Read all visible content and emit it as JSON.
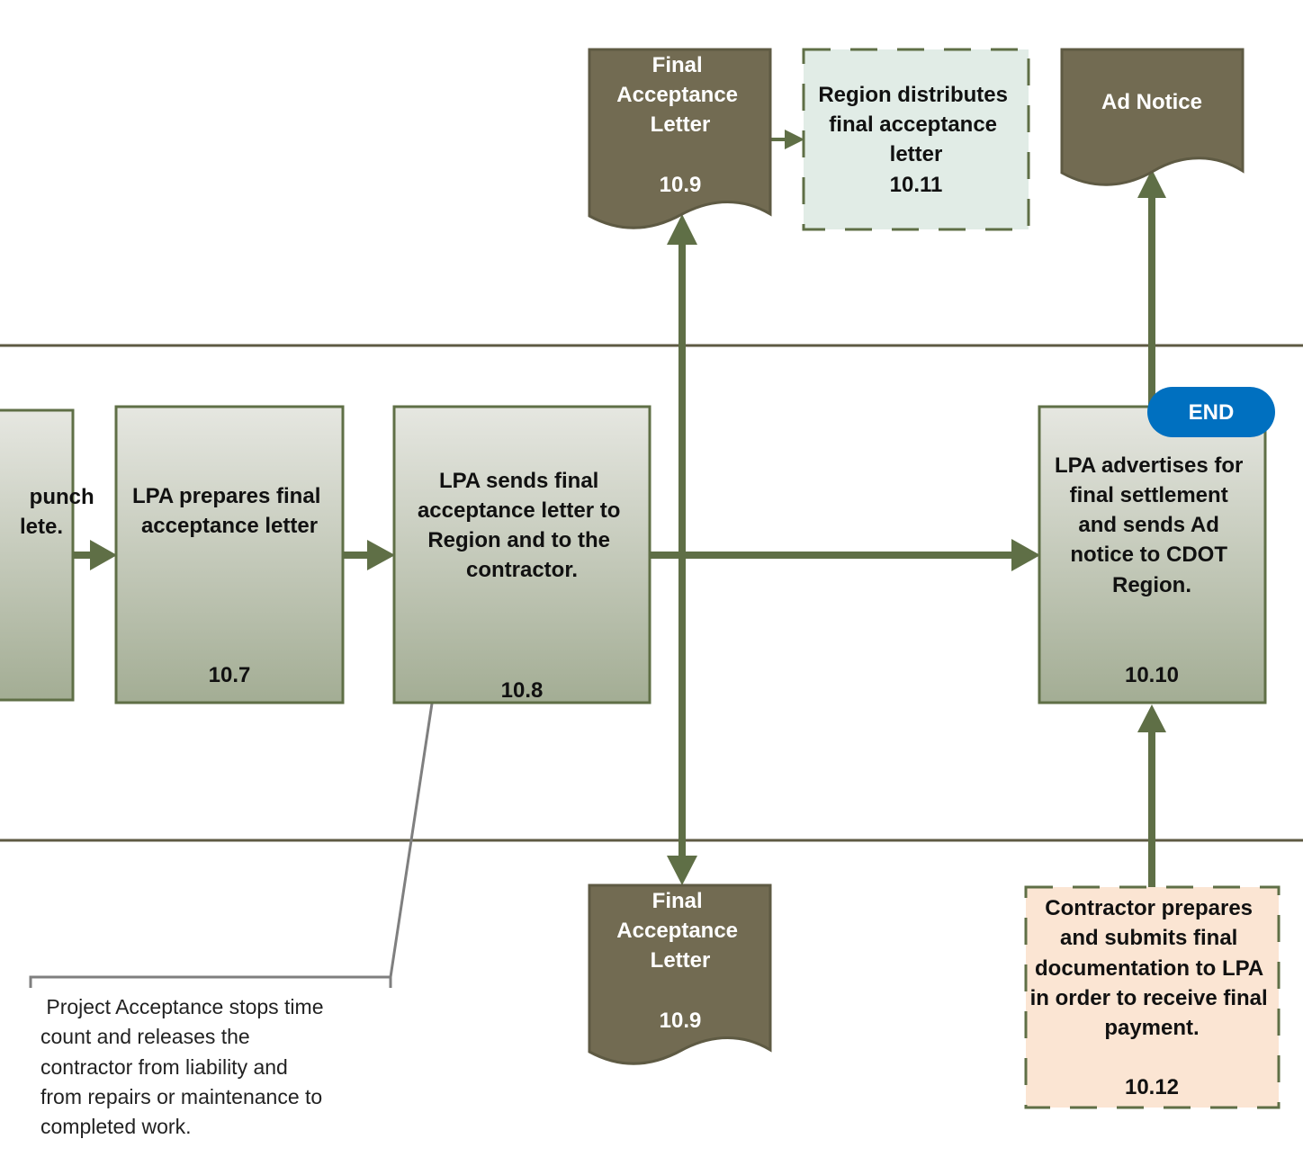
{
  "diagram": {
    "colors": {
      "connector": "#5f6f46",
      "lane_line": "#5e5a43",
      "document_fill": "#726b52",
      "process_gradient_top": "#e6e7e1",
      "process_gradient_bottom": "#a3ad94",
      "region_box_fill": "#e1ece6",
      "contractor_box_fill": "#fbe5d3",
      "end_fill": "#0070c0",
      "callout_line": "#7f7f7f"
    },
    "nodes": {
      "step_10_6_partial": {
        "lines": [
          "punch",
          "lete."
        ]
      },
      "step_10_7": {
        "lines": [
          "LPA prepares final",
          "acceptance letter"
        ],
        "id": "10.7"
      },
      "step_10_8": {
        "lines": [
          "LPA sends final",
          "acceptance letter to",
          "Region and to the",
          "contractor."
        ],
        "id": "10.8"
      },
      "step_10_10": {
        "lines": [
          "LPA advertises for",
          "final settlement",
          "and sends Ad",
          "notice to CDOT",
          "Region."
        ],
        "id": "10.10"
      },
      "doc_top_10_9": {
        "lines": [
          "Final",
          "Acceptance",
          "Letter"
        ],
        "id": "10.9"
      },
      "step_10_11": {
        "lines": [
          "Region distributes",
          "final acceptance",
          "letter"
        ],
        "id": "10.11"
      },
      "doc_ad_notice": {
        "lines": [
          "Ad Notice"
        ]
      },
      "doc_bottom_10_9": {
        "lines": [
          "Final",
          "Acceptance",
          "Letter"
        ],
        "id": "10.9"
      },
      "step_10_12": {
        "lines": [
          "Contractor prepares",
          "and submits final",
          "documentation to LPA",
          "in order to receive final",
          "payment."
        ],
        "id": "10.12"
      },
      "end_terminator": {
        "label": "END"
      }
    },
    "note": {
      "lines": [
        " Project Acceptance stops time",
        "count and releases the",
        "contractor from liability and",
        "from repairs or maintenance to",
        "completed work."
      ]
    }
  }
}
